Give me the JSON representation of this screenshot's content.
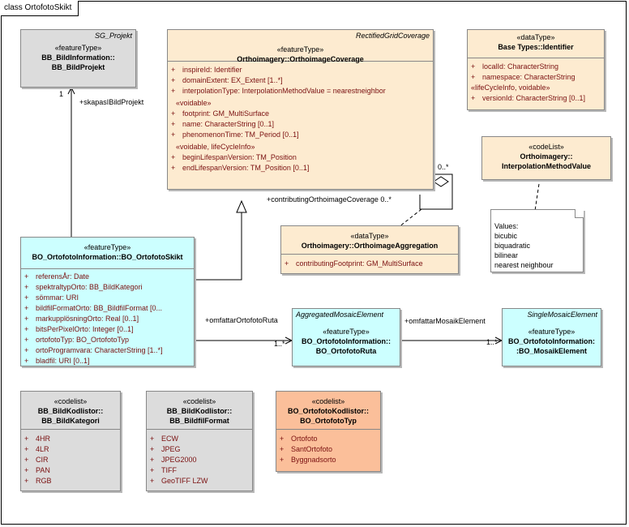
{
  "frame_title": "class OrtofotoSkikt",
  "classes": {
    "bild_projekt": {
      "template": "SG_Projekt",
      "stereotype": "«featureType»",
      "name": "BB_BildInformation::\nBB_BildProjekt"
    },
    "orthoimage_coverage": {
      "template": "RectifiedGridCoverage",
      "stereotype": "«featureType»",
      "name": "Orthoimagery::OrthoimageCoverage",
      "attrs": [
        "inspireId: Identifier",
        "domainExtent: EX_Extent [1..*]",
        "interpolationType: InterpolationMethodValue = nearestneighbor"
      ],
      "group1": "«voidable»",
      "attrs1": [
        "footprint: GM_MultiSurface",
        "name: CharacterString [0..1]",
        "phenomenonTime: TM_Period [0..1]"
      ],
      "group2": "«voidable, lifeCycleInfo»",
      "attrs2": [
        "beginLifespanVersion: TM_Position",
        "endLifespanVersion: TM_Position [0..1]"
      ]
    },
    "identifier": {
      "stereotype": "«dataType»",
      "name": "Base Types::Identifier",
      "attrs": [
        "localId: CharacterString",
        "namespace: CharacterString"
      ],
      "group1": "«lifeCycleInfo, voidable»",
      "attrs1": [
        "versionId: CharacterString [0..1]"
      ]
    },
    "interpolation": {
      "stereotype": "«codeList»",
      "name": "Orthoimagery::\nInterpolationMethodValue"
    },
    "aggregation": {
      "stereotype": "«dataType»",
      "name": "Orthoimagery::OrthoimageAggregation",
      "attrs": [
        "contributingFootprint: GM_MultiSurface"
      ]
    },
    "ortofoto_skikt": {
      "stereotype": "«featureType»",
      "name": "BO_OrtofotoInformation::BO_OrtofotoSkikt",
      "attrs": [
        "referensÅr: Date",
        "spektraltypOrto: BB_BildKategori",
        "sömmar: URI",
        "bildfilFormatOrto: BB_BildfilFormat [0...",
        "markupplösningOrto: Real [0..1]",
        "bitsPerPixelOrto: Integer [0..1]",
        "ortofotoTyp: BO_OrtofotoTyp",
        "ortoProgramvara: CharacterString [1..*]",
        "bladfil: URI [0..1]"
      ]
    },
    "ortofoto_ruta": {
      "template": "AggregatedMosaicElement",
      "stereotype": "«featureType»",
      "name": "BO_OrtofotoInformation::\nBO_OrtofotoRuta"
    },
    "mosaik_element": {
      "template": "SingleMosaicElement",
      "stereotype": "«featureType»",
      "name": "BO_OrtofotoInformation:\n:BO_MosaikElement"
    },
    "bild_kategori": {
      "stereotype": "«codelist»",
      "name": "BB_BildKodlistor::\nBB_BildKategori",
      "attrs": [
        "4HR",
        "4LR",
        "CIR",
        "PAN",
        "RGB"
      ]
    },
    "bildfil_format": {
      "stereotype": "«codelist»",
      "name": "BB_BildKodlistor::\nBB_BildfilFormat",
      "attrs": [
        "ECW",
        "JPEG",
        "JPEG2000",
        "TIFF",
        "GeoTIFF LZW"
      ]
    },
    "ortofoto_typ": {
      "stereotype": "«codelist»",
      "name": "BO_OrtofotoKodlistor::\nBO_OrtofotoTyp",
      "attrs": [
        "Ortofoto",
        "SantOrtofoto",
        "Byggnadsorto"
      ]
    }
  },
  "note": {
    "lines": [
      "Values:",
      "bicubic",
      "biquadratic",
      "bilinear",
      "nearest neighbour"
    ]
  },
  "edge_labels": {
    "skapas_i_mult": "1",
    "skapas_i": "+skapasIBildProjekt",
    "contributing": "+contributingOrthoimageCoverage 0..*",
    "contributing_mult": "0..*",
    "omfattar_ruta": "+omfattarOrtofotoRuta",
    "omfattar_ruta_mult": "1..*",
    "omfattar_mosaik": "+omfattarMosaikElement",
    "omfattar_mosaik_mult": "1..*"
  }
}
